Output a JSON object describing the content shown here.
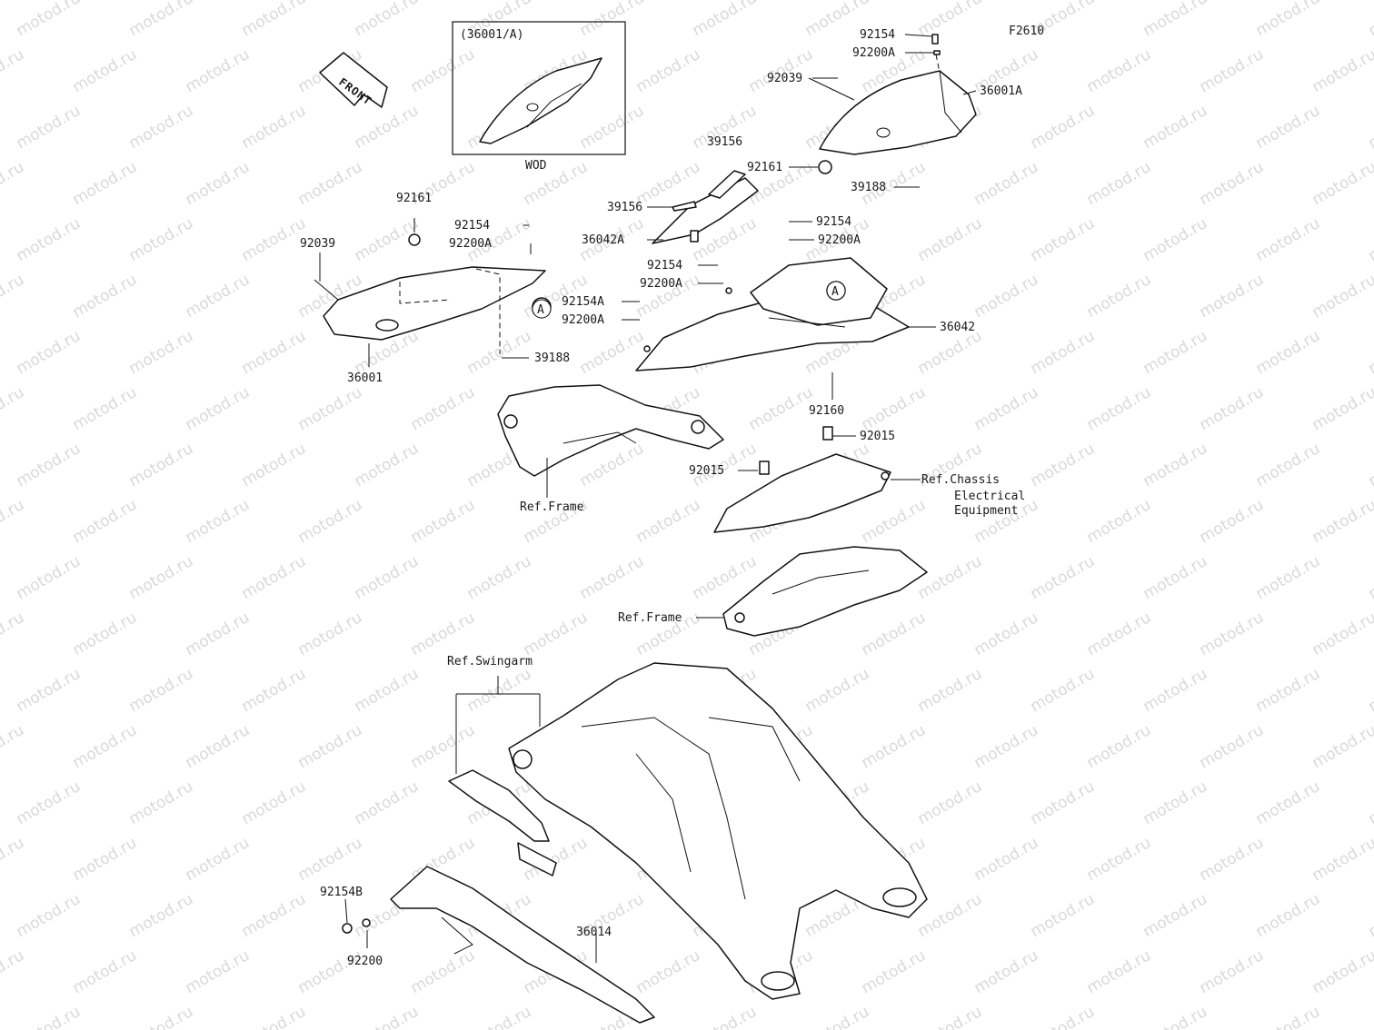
{
  "figure": {
    "code": "F2610",
    "front_label": "FRONT",
    "watermark": "motod.ru"
  },
  "inset": {
    "title": "(36001/A)",
    "caption": "WOD"
  },
  "callouts": {
    "a_marker": "A",
    "p92154_top": "92154",
    "p92200a_top": "92200A",
    "p92039_right": "92039",
    "p36001a": "36001A",
    "p39156_a": "39156",
    "p92161_right": "92161",
    "p39188_right": "39188",
    "p39156_b": "39156",
    "p36042a": "36042A",
    "p92154_mid_r": "92154",
    "p92200a_mid_r": "92200A",
    "p92154_mid_c": "92154",
    "p92200a_mid_c": "92200A",
    "p92154a": "92154A",
    "p92200a_low": "92200A",
    "p36042": "36042",
    "p92161_left": "92161",
    "p92039_left": "92039",
    "p92154_left": "92154",
    "p92200a_left": "92200A",
    "p36001": "36001",
    "p39188_left": "39188",
    "p92160": "92160",
    "p92015_r": "92015",
    "p92015_l": "92015",
    "ref_frame_upper": "Ref.Frame",
    "ref_chassis_1": "Ref.Chassis",
    "ref_chassis_2": "Electrical",
    "ref_chassis_3": "Equipment",
    "ref_frame_lower": "Ref.Frame",
    "ref_swingarm": "Ref.Swingarm",
    "p92154b": "92154B",
    "p92200": "92200",
    "p36014": "36014"
  }
}
